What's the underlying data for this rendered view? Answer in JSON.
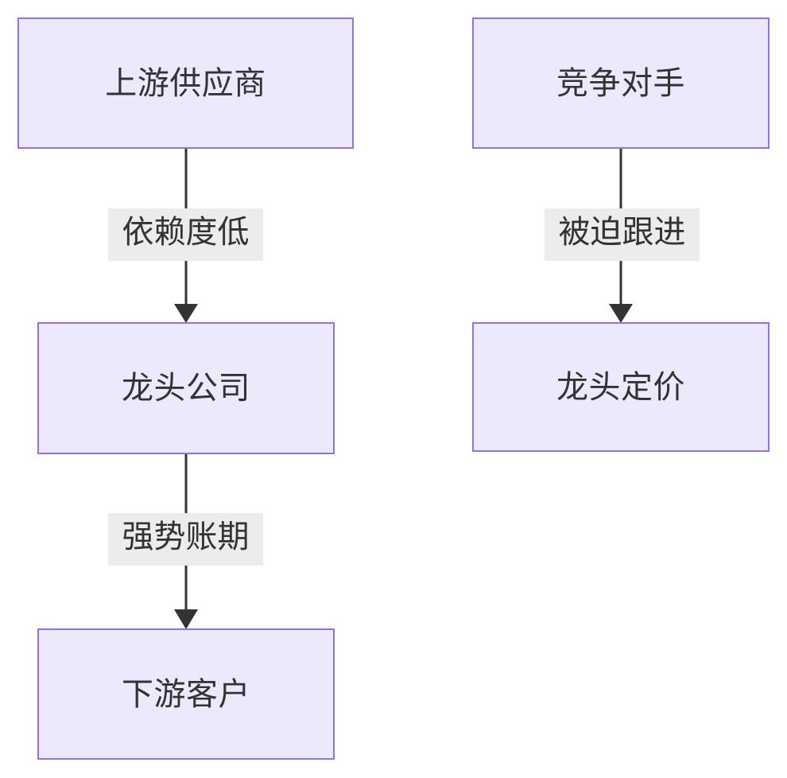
{
  "diagram": {
    "type": "flowchart",
    "direction": "top-down",
    "background_color": "#ffffff",
    "node_fill": "#ECE9FC",
    "node_border": "#9670E0",
    "edge_color": "#333333",
    "edge_label_background": "#ECECEC",
    "text_color": "#333333",
    "nodes": [
      {
        "id": "supplier",
        "label": "上游供应商",
        "column": "left"
      },
      {
        "id": "leader",
        "label": "龙头公司",
        "column": "left"
      },
      {
        "id": "customer",
        "label": "下游客户",
        "column": "left"
      },
      {
        "id": "competitor",
        "label": "竞争对手",
        "column": "right"
      },
      {
        "id": "pricing",
        "label": "龙头定价",
        "column": "right"
      }
    ],
    "edges": [
      {
        "from": "supplier",
        "to": "leader",
        "label": "依赖度低",
        "arrow": "filled-triangle"
      },
      {
        "from": "leader",
        "to": "customer",
        "label": "强势账期",
        "arrow": "filled-triangle"
      },
      {
        "from": "competitor",
        "to": "pricing",
        "label": "被迫跟进",
        "arrow": "filled-triangle"
      }
    ]
  }
}
